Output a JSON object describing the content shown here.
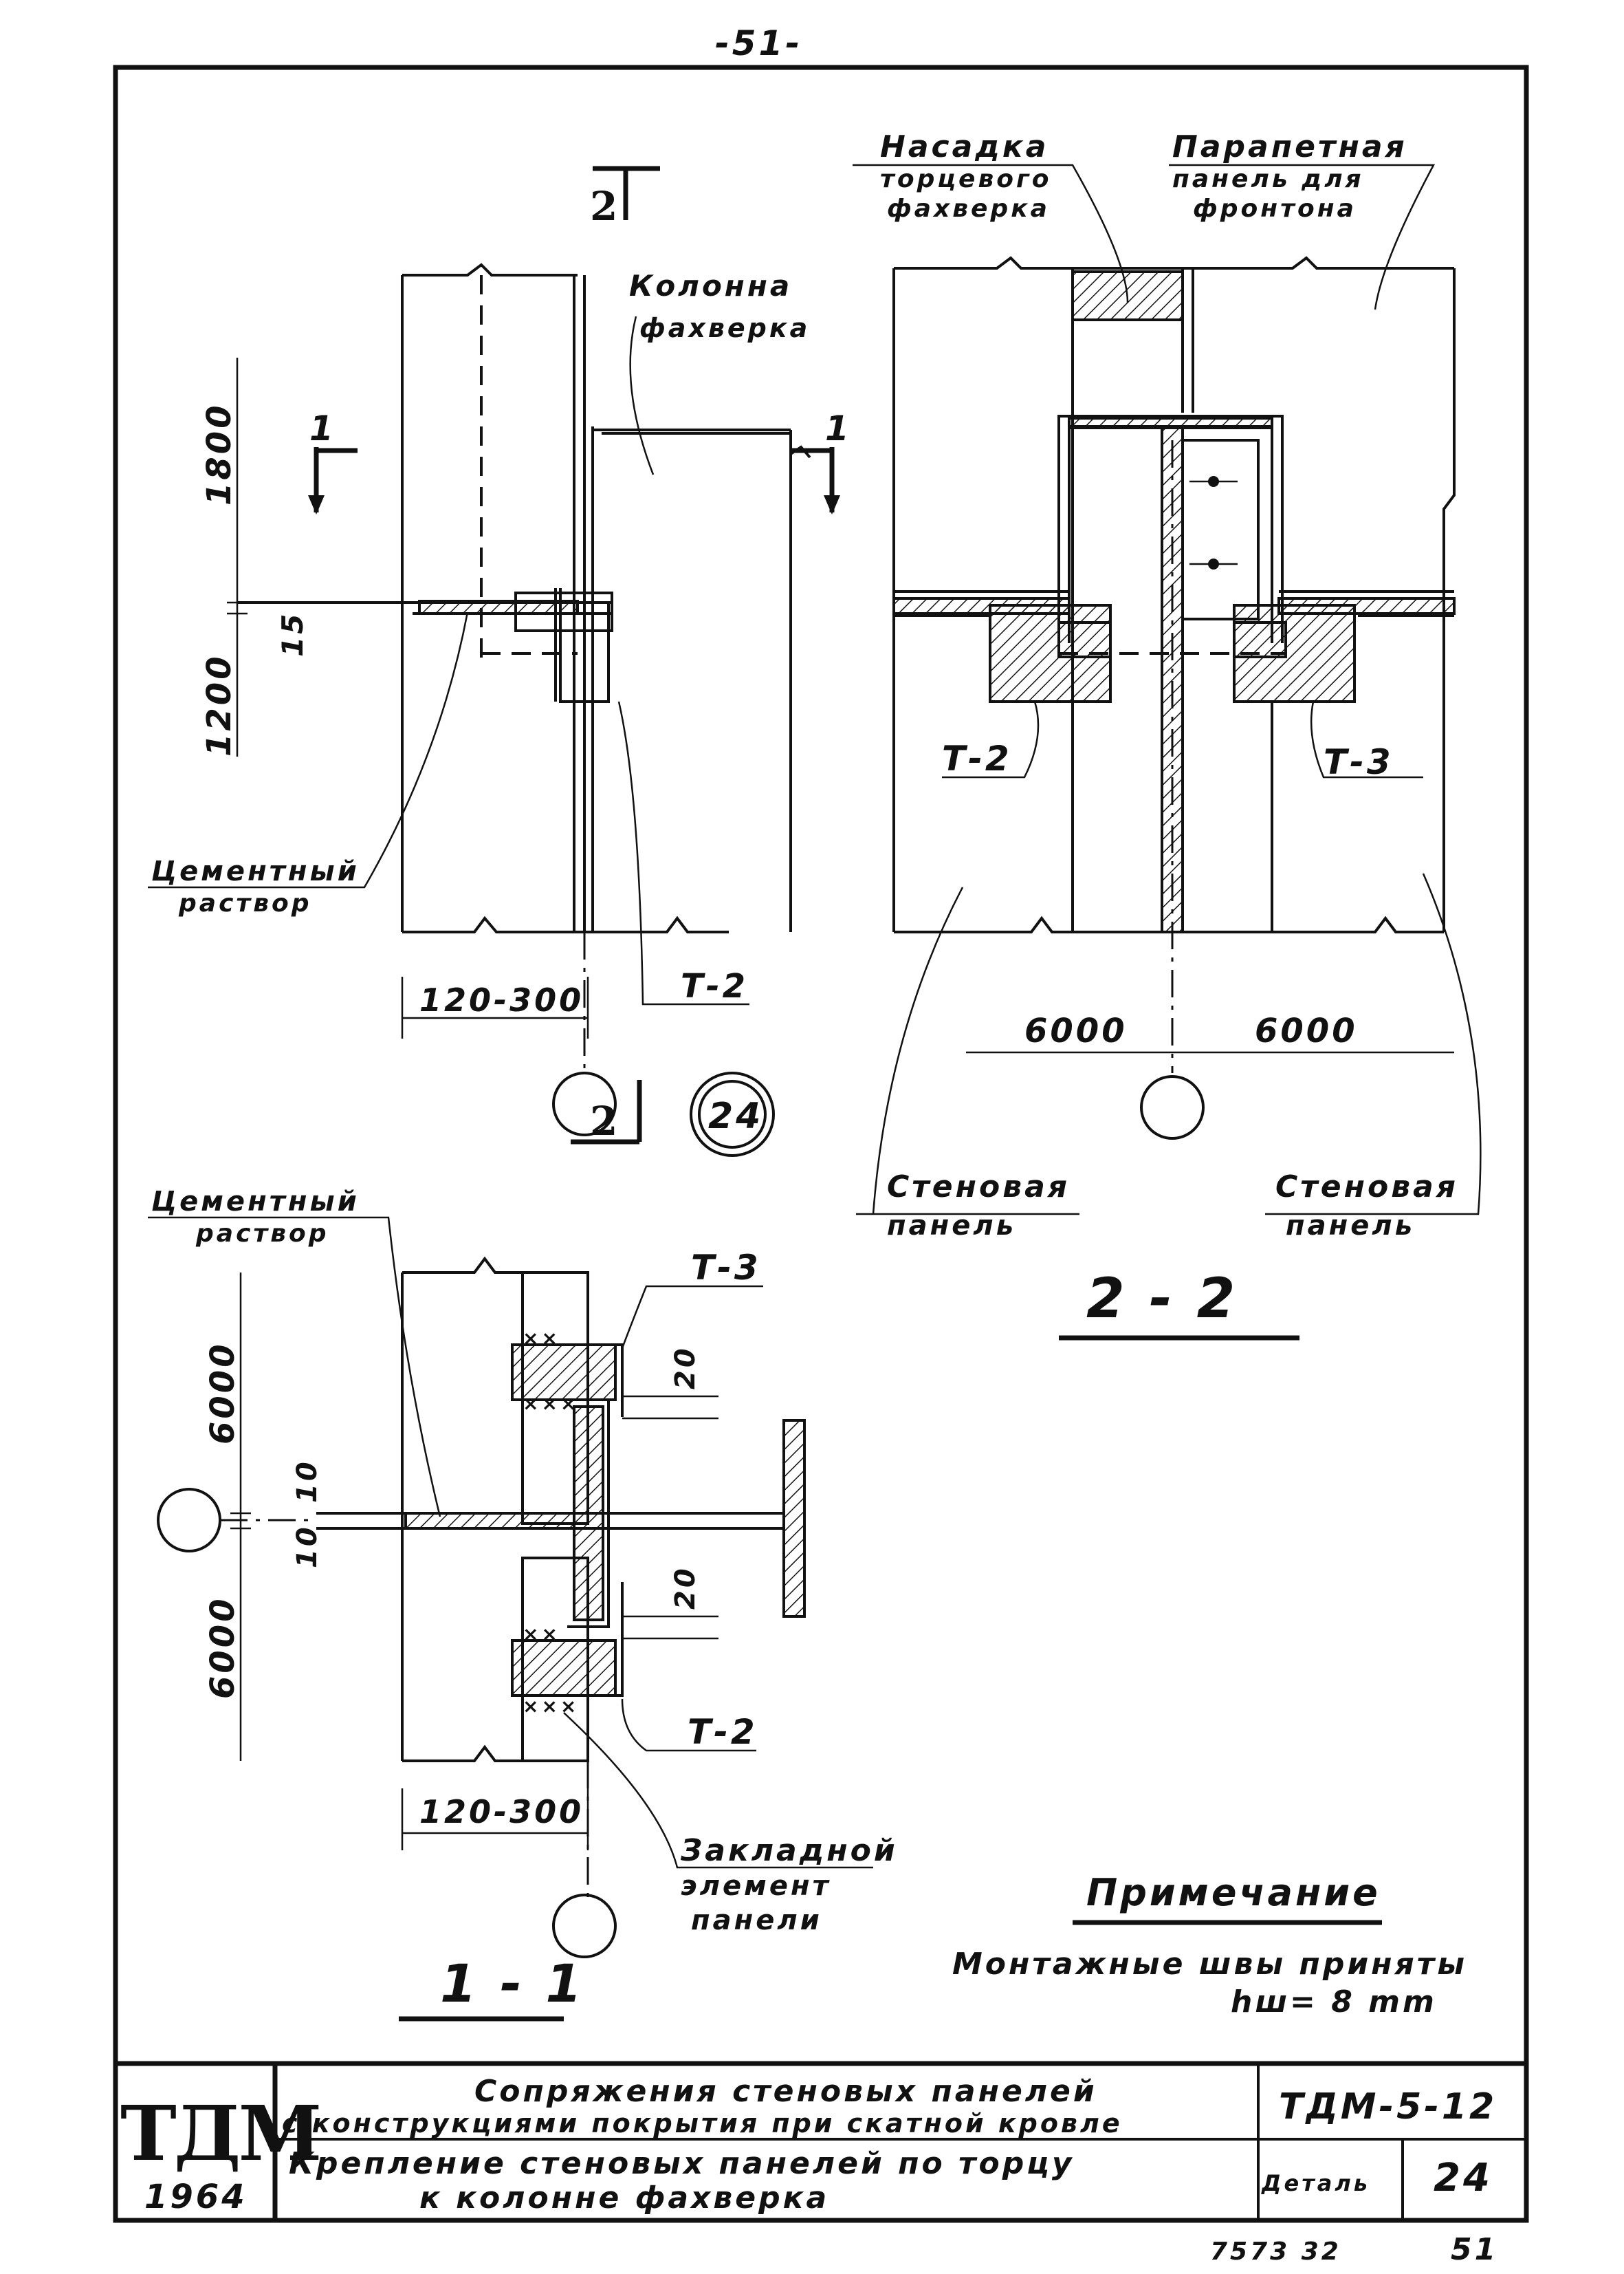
{
  "sheet": {
    "page_number_top": "-51-",
    "page_number_bottom": "51",
    "archive_number": "7573 32"
  },
  "section_2_2": {
    "title": "2 - 2",
    "labels": {
      "nasadka_line1": "Насадка",
      "nasadka_line2": "торцевого",
      "nasadka_line3": "фахверка",
      "parapet_line1": "Парапетная",
      "parapet_line2": "панель для",
      "parapet_line3": "фронтона",
      "t2": "Т-2",
      "t3": "Т-3",
      "wall_left_line1": "Стеновая",
      "wall_left_line2": "панель",
      "wall_right_line1": "Стеновая",
      "wall_right_line2": "панель"
    },
    "dims": {
      "left": "6000",
      "right": "6000"
    }
  },
  "elevation": {
    "cut_marks": {
      "section2": "2",
      "section1": "1"
    },
    "labels": {
      "column_line1": "Колонна",
      "column_line2": "фахверка",
      "mortar_line1": "Цементный",
      "mortar_line2": "раствор",
      "t2": "Т-2"
    },
    "dims": {
      "top": "1800",
      "gap": "15",
      "bottom": "1200",
      "offset": "120-300"
    }
  },
  "detail_marker": "24",
  "section_1_1": {
    "title": "1 - 1",
    "labels": {
      "mortar_line1": "Цементный",
      "mortar_line2": "раствор",
      "t3": "Т-3",
      "t2": "Т-2",
      "embed_line1": "Закладной",
      "embed_line2": "элемент",
      "embed_line3": "панели"
    },
    "dims": {
      "top": "6000",
      "bottom": "6000",
      "gap_top": "10",
      "gap_bottom": "10",
      "weld_top": "20",
      "weld_bottom": "20",
      "offset": "120-300"
    }
  },
  "note": {
    "heading": "Примечание",
    "line1": "Монтажные швы приняты",
    "line2": "hш= 8 mm"
  },
  "title_block": {
    "logo": "ТДМ",
    "year": "1964",
    "title_line1": "Сопряжения стеновых панелей",
    "title_line2": "с конструкциями покрытия при скатной кровле",
    "subtitle_line1": "Крепление стеновых панелей по торцу",
    "subtitle_line2": "к колонне фахверка",
    "code": "ТДМ-5-12",
    "detail_label": "Деталь",
    "detail_number": "24"
  }
}
